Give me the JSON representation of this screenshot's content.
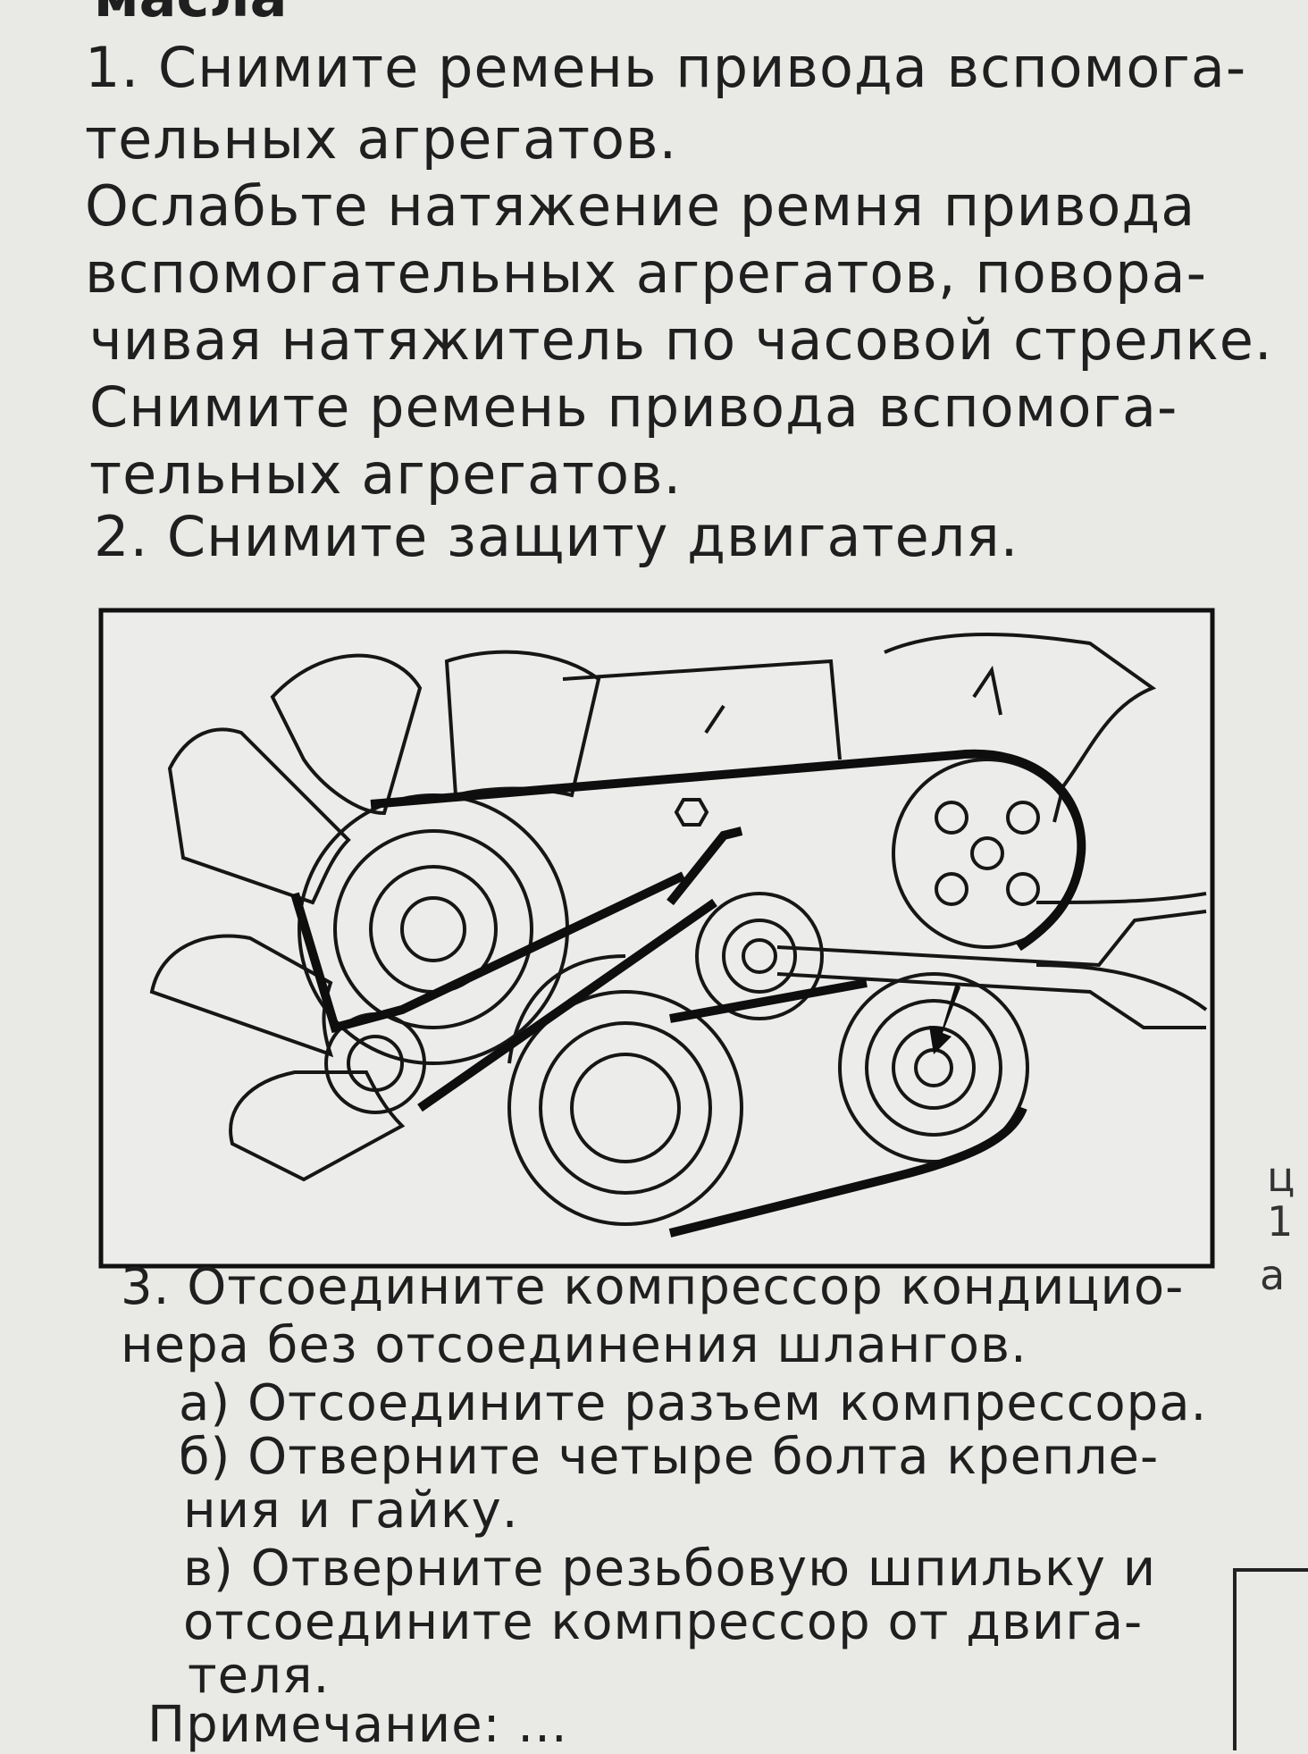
{
  "header_fragment": "масла",
  "steps_top": [
    "1. Снимите ремень привода вспомога-",
    "тельных агрегатов.",
    "Ослабьте натяжение ремня привода",
    "вспомогательных агрегатов, повора-",
    "чивая натяжитель по часовой стрелке.",
    "Снимите ремень привода вспомога-",
    "тельных агрегатов.",
    "2. Снимите защиту двигателя."
  ],
  "steps_bottom": [
    "3. Отсоедините компрессор кондицио-",
    "нера без отсоединения шлангов.",
    "а) Отсоедините разъем компрессора.",
    "б) Отверните четыре болта крепле-",
    "ния и гайку.",
    "в) Отверните резьбовую шпильку и",
    "отсоедините компрессор от двига-",
    "теля.",
    "Примечание: ..."
  ],
  "margin_chars": [
    "ц",
    "1",
    "а"
  ],
  "colors": {
    "paper": "#e9e9e6",
    "ink": "#1f1f1f"
  }
}
